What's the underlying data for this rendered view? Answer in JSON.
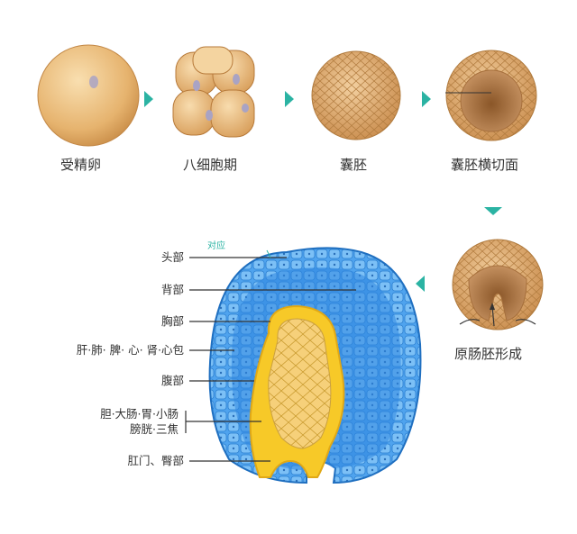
{
  "stages": [
    {
      "id": "zygote",
      "label": "受精卵"
    },
    {
      "id": "eight-cell",
      "label": "八细胞期"
    },
    {
      "id": "blastula",
      "label": "囊胚"
    },
    {
      "id": "blastula-section",
      "label": "囊胚横切面"
    },
    {
      "id": "gastrulation",
      "label": "原肠胚形成"
    }
  ],
  "correspondence_label": "对应",
  "body_parts": [
    {
      "id": "head",
      "label": "头部"
    },
    {
      "id": "back",
      "label": "背部"
    },
    {
      "id": "chest",
      "label": "胸部"
    },
    {
      "id": "organs",
      "label": "肝·肺· 脾· 心· 肾·心包"
    },
    {
      "id": "abdomen",
      "label": "腹部"
    },
    {
      "id": "viscera-1",
      "label": "胆·大肠·胃·小肠"
    },
    {
      "id": "viscera-2",
      "label": "膀胱·三焦"
    },
    {
      "id": "anus",
      "label": "肛门、臀部"
    }
  ],
  "colors": {
    "accent": "#2bb3a3",
    "ectoderm": "#3a8fe0",
    "endoderm": "#f7c928",
    "cell": "#e9b877"
  }
}
